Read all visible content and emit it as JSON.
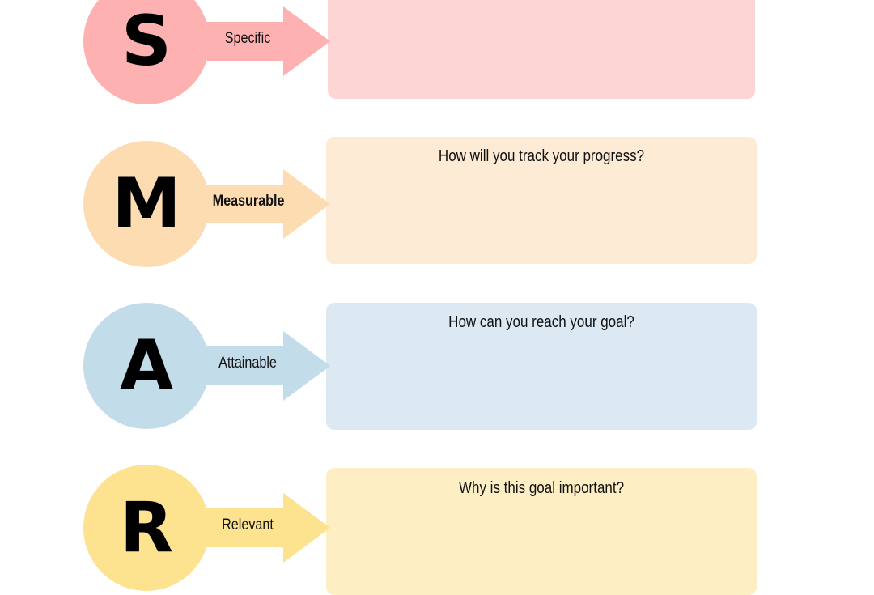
{
  "rows": [
    {
      "letter": "S",
      "label": "Specific",
      "question": "",
      "circle_color": "#fdb1b1",
      "box_color": "#fdd5d5"
    },
    {
      "letter": "M",
      "label": "Measurable",
      "question": "How will you track your progress?",
      "circle_color": "#fddcb2",
      "box_color": "#feebd5"
    },
    {
      "letter": "A",
      "label": "Attainable",
      "question": "How can you reach your goal?",
      "circle_color": "#c2dcea",
      "box_color": "#dce9f3"
    },
    {
      "letter": "R",
      "label": "Relevant",
      "question": "Why is this goal important?",
      "circle_color": "#fde290",
      "box_color": "#fdeec3"
    }
  ]
}
